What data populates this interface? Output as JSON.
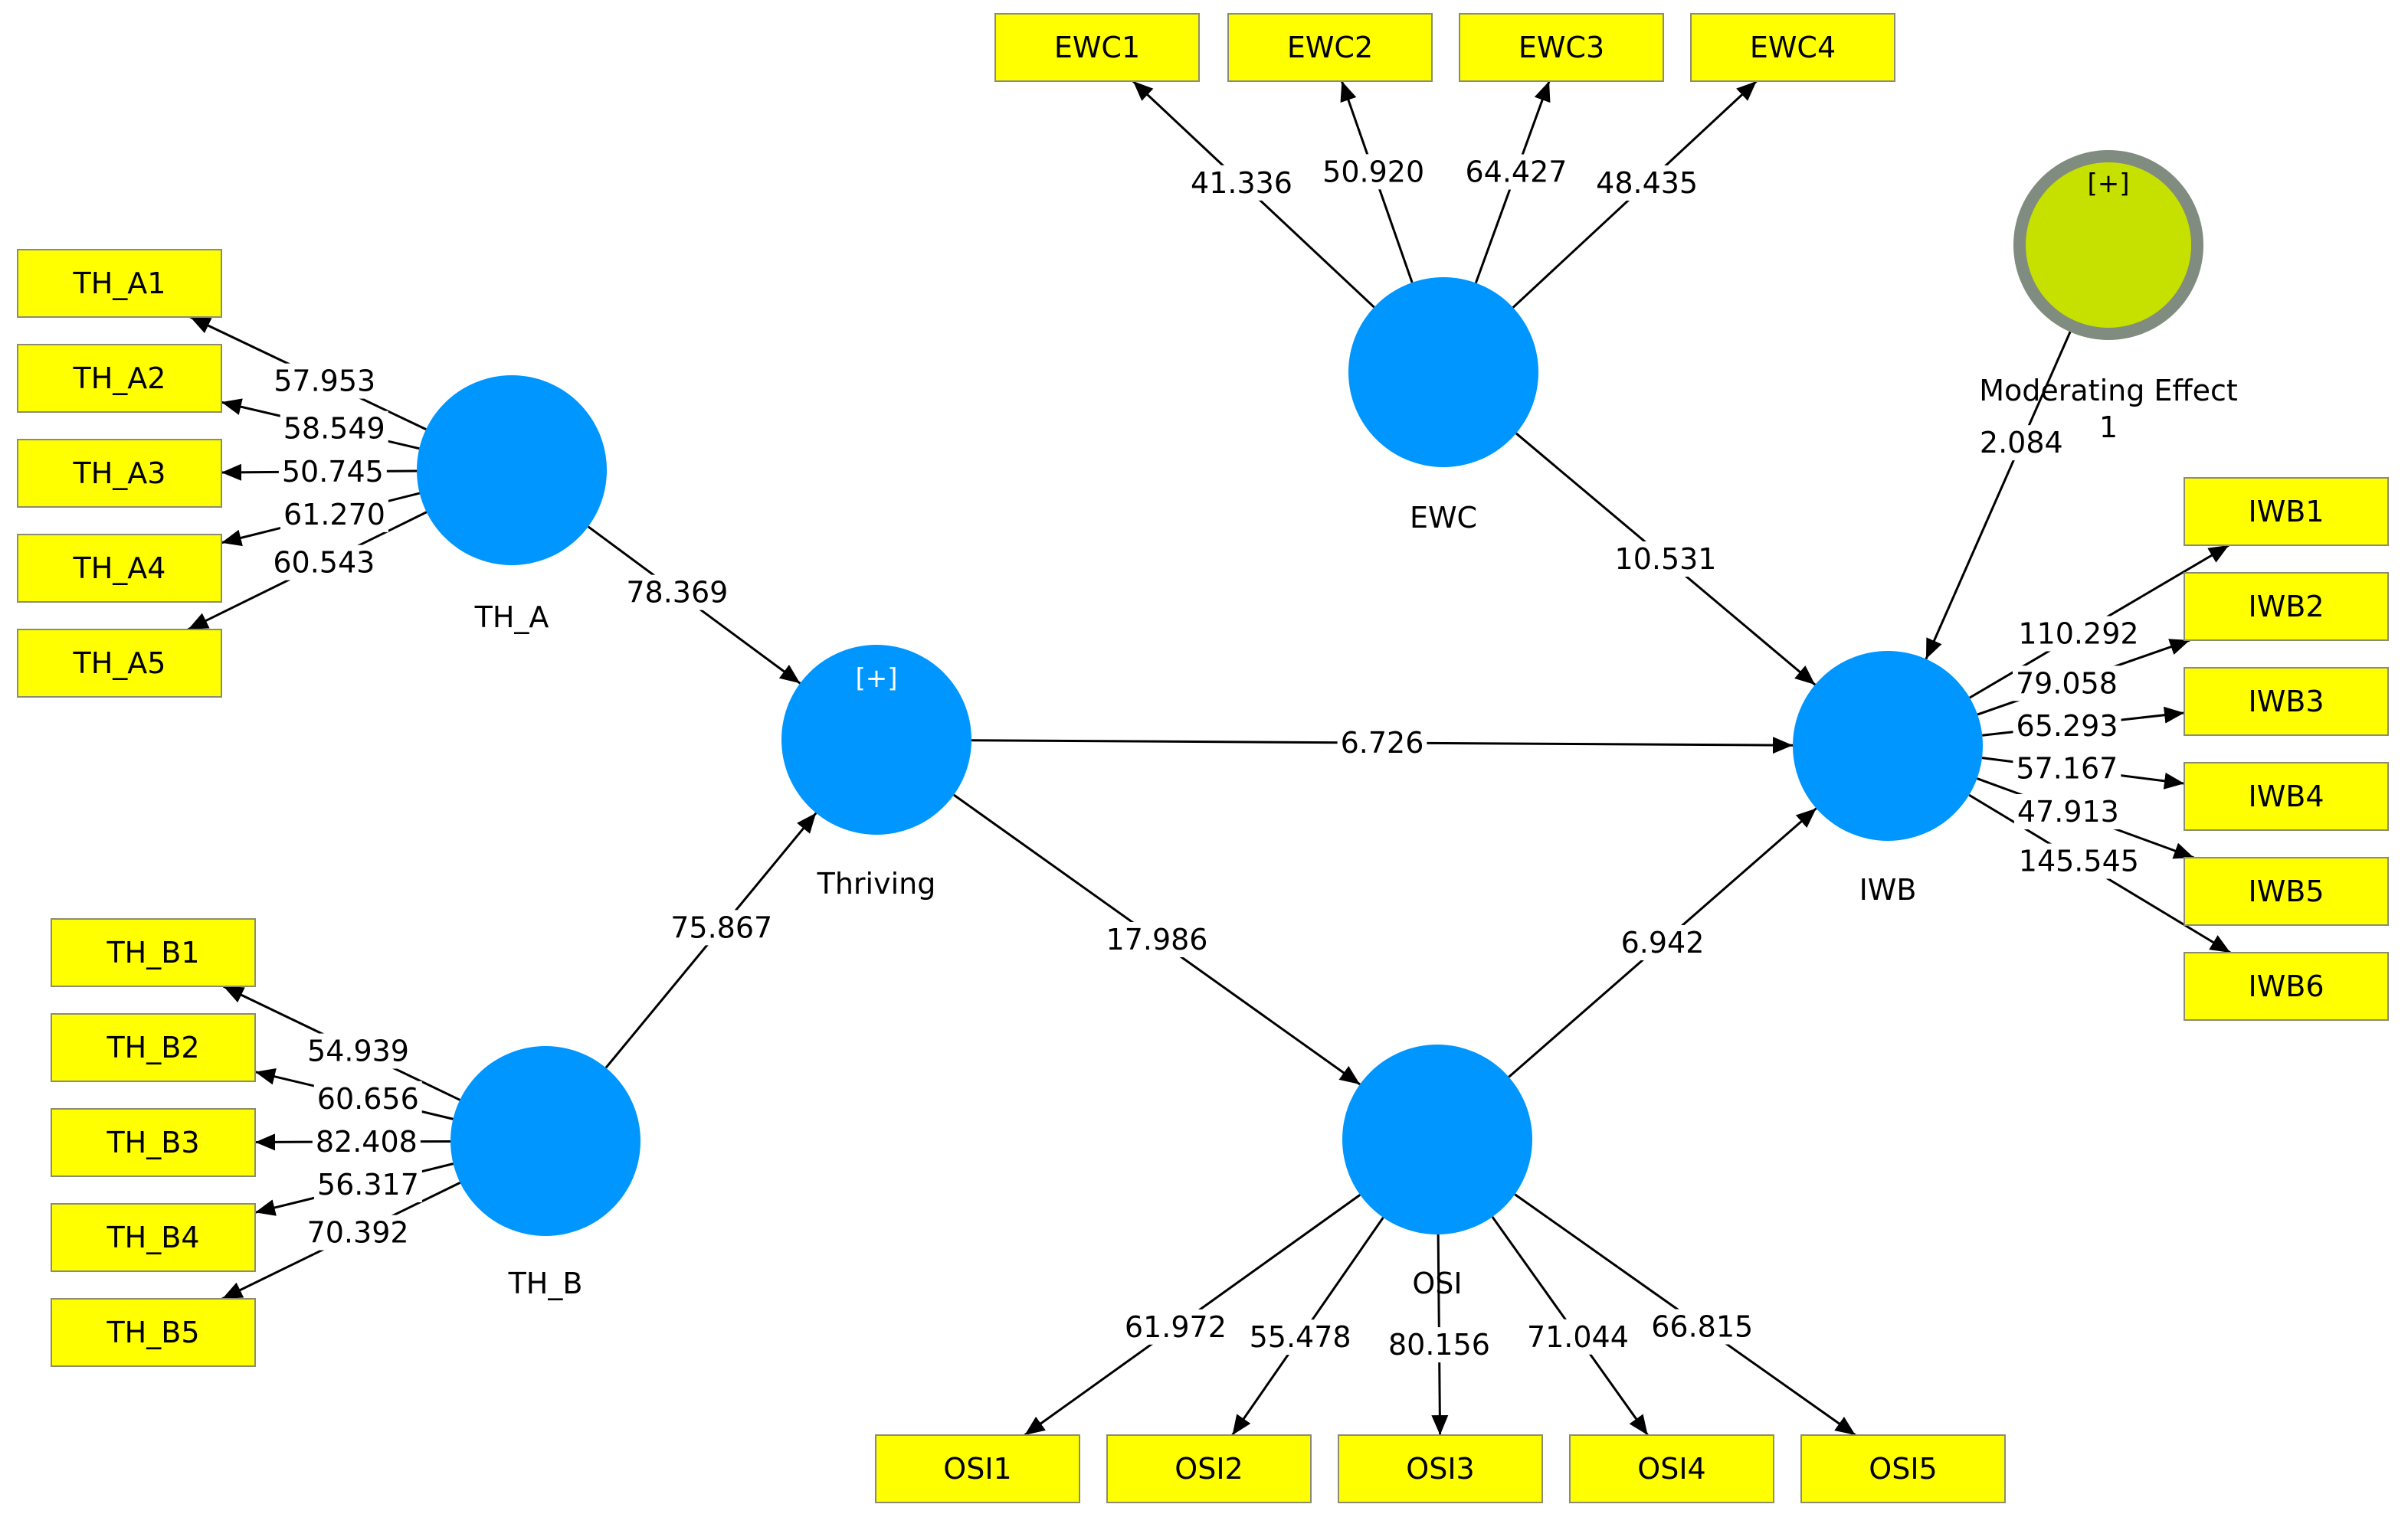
{
  "colors": {
    "latent": "#0096FF",
    "indicator_fill": "#FFFF00",
    "indicator_border": "#8C8C6E",
    "moderator_fill": "#C6E000",
    "moderator_ring": "#7F8C7F",
    "edge": "#000000",
    "label_bg": "#FFFFFF"
  },
  "latent_variables": [
    {
      "id": "TH_A",
      "label": "TH_A",
      "expand": ""
    },
    {
      "id": "TH_B",
      "label": "TH_B",
      "expand": ""
    },
    {
      "id": "Thriving",
      "label": "Thriving",
      "expand": "[+]"
    },
    {
      "id": "EWC",
      "label": "EWC",
      "expand": ""
    },
    {
      "id": "OSI",
      "label": "OSI",
      "expand": ""
    },
    {
      "id": "IWB",
      "label": "IWB",
      "expand": ""
    },
    {
      "id": "MOD",
      "label": "Moderating Effect 1",
      "label_lines": [
        "Moderating Effect",
        "1"
      ],
      "expand": "[+]",
      "moderator": true
    }
  ],
  "indicators": [
    {
      "id": "EWC1",
      "label": "EWC1",
      "lv": "EWC",
      "weight": "41.336"
    },
    {
      "id": "EWC2",
      "label": "EWC2",
      "lv": "EWC",
      "weight": "50.920"
    },
    {
      "id": "EWC3",
      "label": "EWC3",
      "lv": "EWC",
      "weight": "64.427"
    },
    {
      "id": "EWC4",
      "label": "EWC4",
      "lv": "EWC",
      "weight": "48.435"
    },
    {
      "id": "TH_A1",
      "label": "TH_A1",
      "lv": "TH_A",
      "weight": "57.953"
    },
    {
      "id": "TH_A2",
      "label": "TH_A2",
      "lv": "TH_A",
      "weight": "58.549"
    },
    {
      "id": "TH_A3",
      "label": "TH_A3",
      "lv": "TH_A",
      "weight": "50.745"
    },
    {
      "id": "TH_A4",
      "label": "TH_A4",
      "lv": "TH_A",
      "weight": "61.270"
    },
    {
      "id": "TH_A5",
      "label": "TH_A5",
      "lv": "TH_A",
      "weight": "60.543"
    },
    {
      "id": "TH_B1",
      "label": "TH_B1",
      "lv": "TH_B",
      "weight": "54.939"
    },
    {
      "id": "TH_B2",
      "label": "TH_B2",
      "lv": "TH_B",
      "weight": "60.656"
    },
    {
      "id": "TH_B3",
      "label": "TH_B3",
      "lv": "TH_B",
      "weight": "82.408"
    },
    {
      "id": "TH_B4",
      "label": "TH_B4",
      "lv": "TH_B",
      "weight": "56.317"
    },
    {
      "id": "TH_B5",
      "label": "TH_B5",
      "lv": "TH_B",
      "weight": "70.392"
    },
    {
      "id": "IWB1",
      "label": "IWB1",
      "lv": "IWB",
      "weight": "110.292"
    },
    {
      "id": "IWB2",
      "label": "IWB2",
      "lv": "IWB",
      "weight": "79.058"
    },
    {
      "id": "IWB3",
      "label": "IWB3",
      "lv": "IWB",
      "weight": "65.293"
    },
    {
      "id": "IWB4",
      "label": "IWB4",
      "lv": "IWB",
      "weight": "57.167"
    },
    {
      "id": "IWB5",
      "label": "IWB5",
      "lv": "IWB",
      "weight": "47.913"
    },
    {
      "id": "IWB6",
      "label": "IWB6",
      "lv": "IWB",
      "weight": "145.545"
    },
    {
      "id": "OSI1",
      "label": "OSI1",
      "lv": "OSI",
      "weight": "61.972"
    },
    {
      "id": "OSI2",
      "label": "OSI2",
      "lv": "OSI",
      "weight": "55.478"
    },
    {
      "id": "OSI3",
      "label": "OSI3",
      "lv": "OSI",
      "weight": "80.156"
    },
    {
      "id": "OSI4",
      "label": "OSI4",
      "lv": "OSI",
      "weight": "71.044"
    },
    {
      "id": "OSI5",
      "label": "OSI5",
      "lv": "OSI",
      "weight": "66.815"
    }
  ],
  "paths": [
    {
      "from": "TH_A",
      "to": "Thriving",
      "value": "78.369"
    },
    {
      "from": "TH_B",
      "to": "Thriving",
      "value": "75.867"
    },
    {
      "from": "Thriving",
      "to": "IWB",
      "value": "6.726"
    },
    {
      "from": "Thriving",
      "to": "OSI",
      "value": "17.986"
    },
    {
      "from": "OSI",
      "to": "IWB",
      "value": "6.942"
    },
    {
      "from": "EWC",
      "to": "IWB",
      "value": "10.531"
    },
    {
      "from": "MOD",
      "to": "IWB",
      "value": "2.084"
    }
  ]
}
